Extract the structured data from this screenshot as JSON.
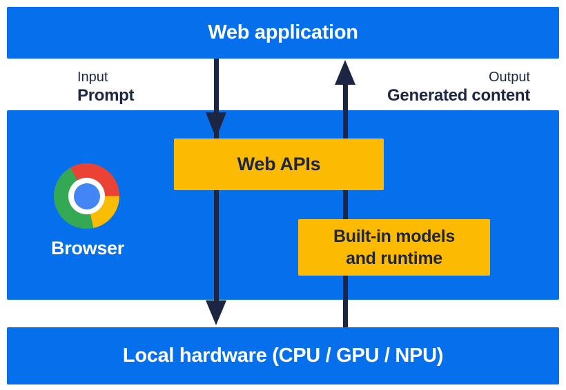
{
  "layers": {
    "web_application": "Web application",
    "browser": "Browser",
    "local_hardware": "Local hardware (CPU / GPU / NPU)"
  },
  "flows": {
    "input": {
      "label": "Input",
      "sublabel": "Prompt",
      "direction": "down"
    },
    "output": {
      "label": "Output",
      "sublabel": "Generated content",
      "direction": "up"
    }
  },
  "components": {
    "web_apis": "Web APIs",
    "builtin_models": {
      "line1": "Built-in models",
      "line2": "and runtime"
    }
  },
  "icons": {
    "browser_logo": "chrome-logo-icon"
  },
  "colors": {
    "blue": "#0670ec",
    "yellow": "#fcba03",
    "navy": "#1c2642",
    "white": "#ffffff",
    "chrome_red": "#ea4335",
    "chrome_green": "#34a853",
    "chrome_yellow": "#fbbc05",
    "chrome_blue": "#4285f4"
  }
}
